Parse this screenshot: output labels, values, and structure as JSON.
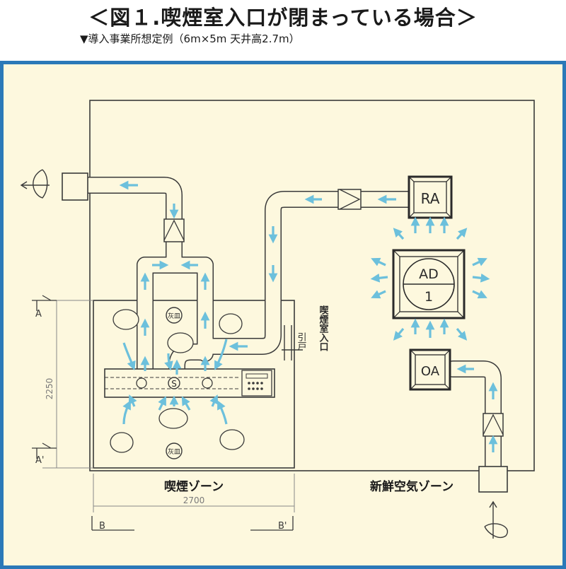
{
  "header": {
    "title": "＜図１.喫煙室入口が閉まっている場合＞",
    "subtitle": "▼導入事業所想定例（6m×5m 天井高2.7m）"
  },
  "units": {
    "ra": "RA",
    "ad_top": "AD",
    "ad_bottom": "1",
    "oa": "OA",
    "fan": "S"
  },
  "labels": {
    "ashtray": "灰皿",
    "door": "引戸",
    "entrance": "喫煙室入口",
    "smoking_zone": "喫煙ゾーン",
    "fresh_zone": "新鮮空気ゾーン"
  },
  "dimensions": {
    "width": "2700",
    "height": "2250"
  },
  "sections": {
    "a": "A",
    "a_prime": "A'",
    "b": "B",
    "b_prime": "B'"
  },
  "colors": {
    "frame": "#2b79b8",
    "panel": "#fdf8de",
    "airflow": "#6cc0dc",
    "line": "#3a3a3a"
  }
}
